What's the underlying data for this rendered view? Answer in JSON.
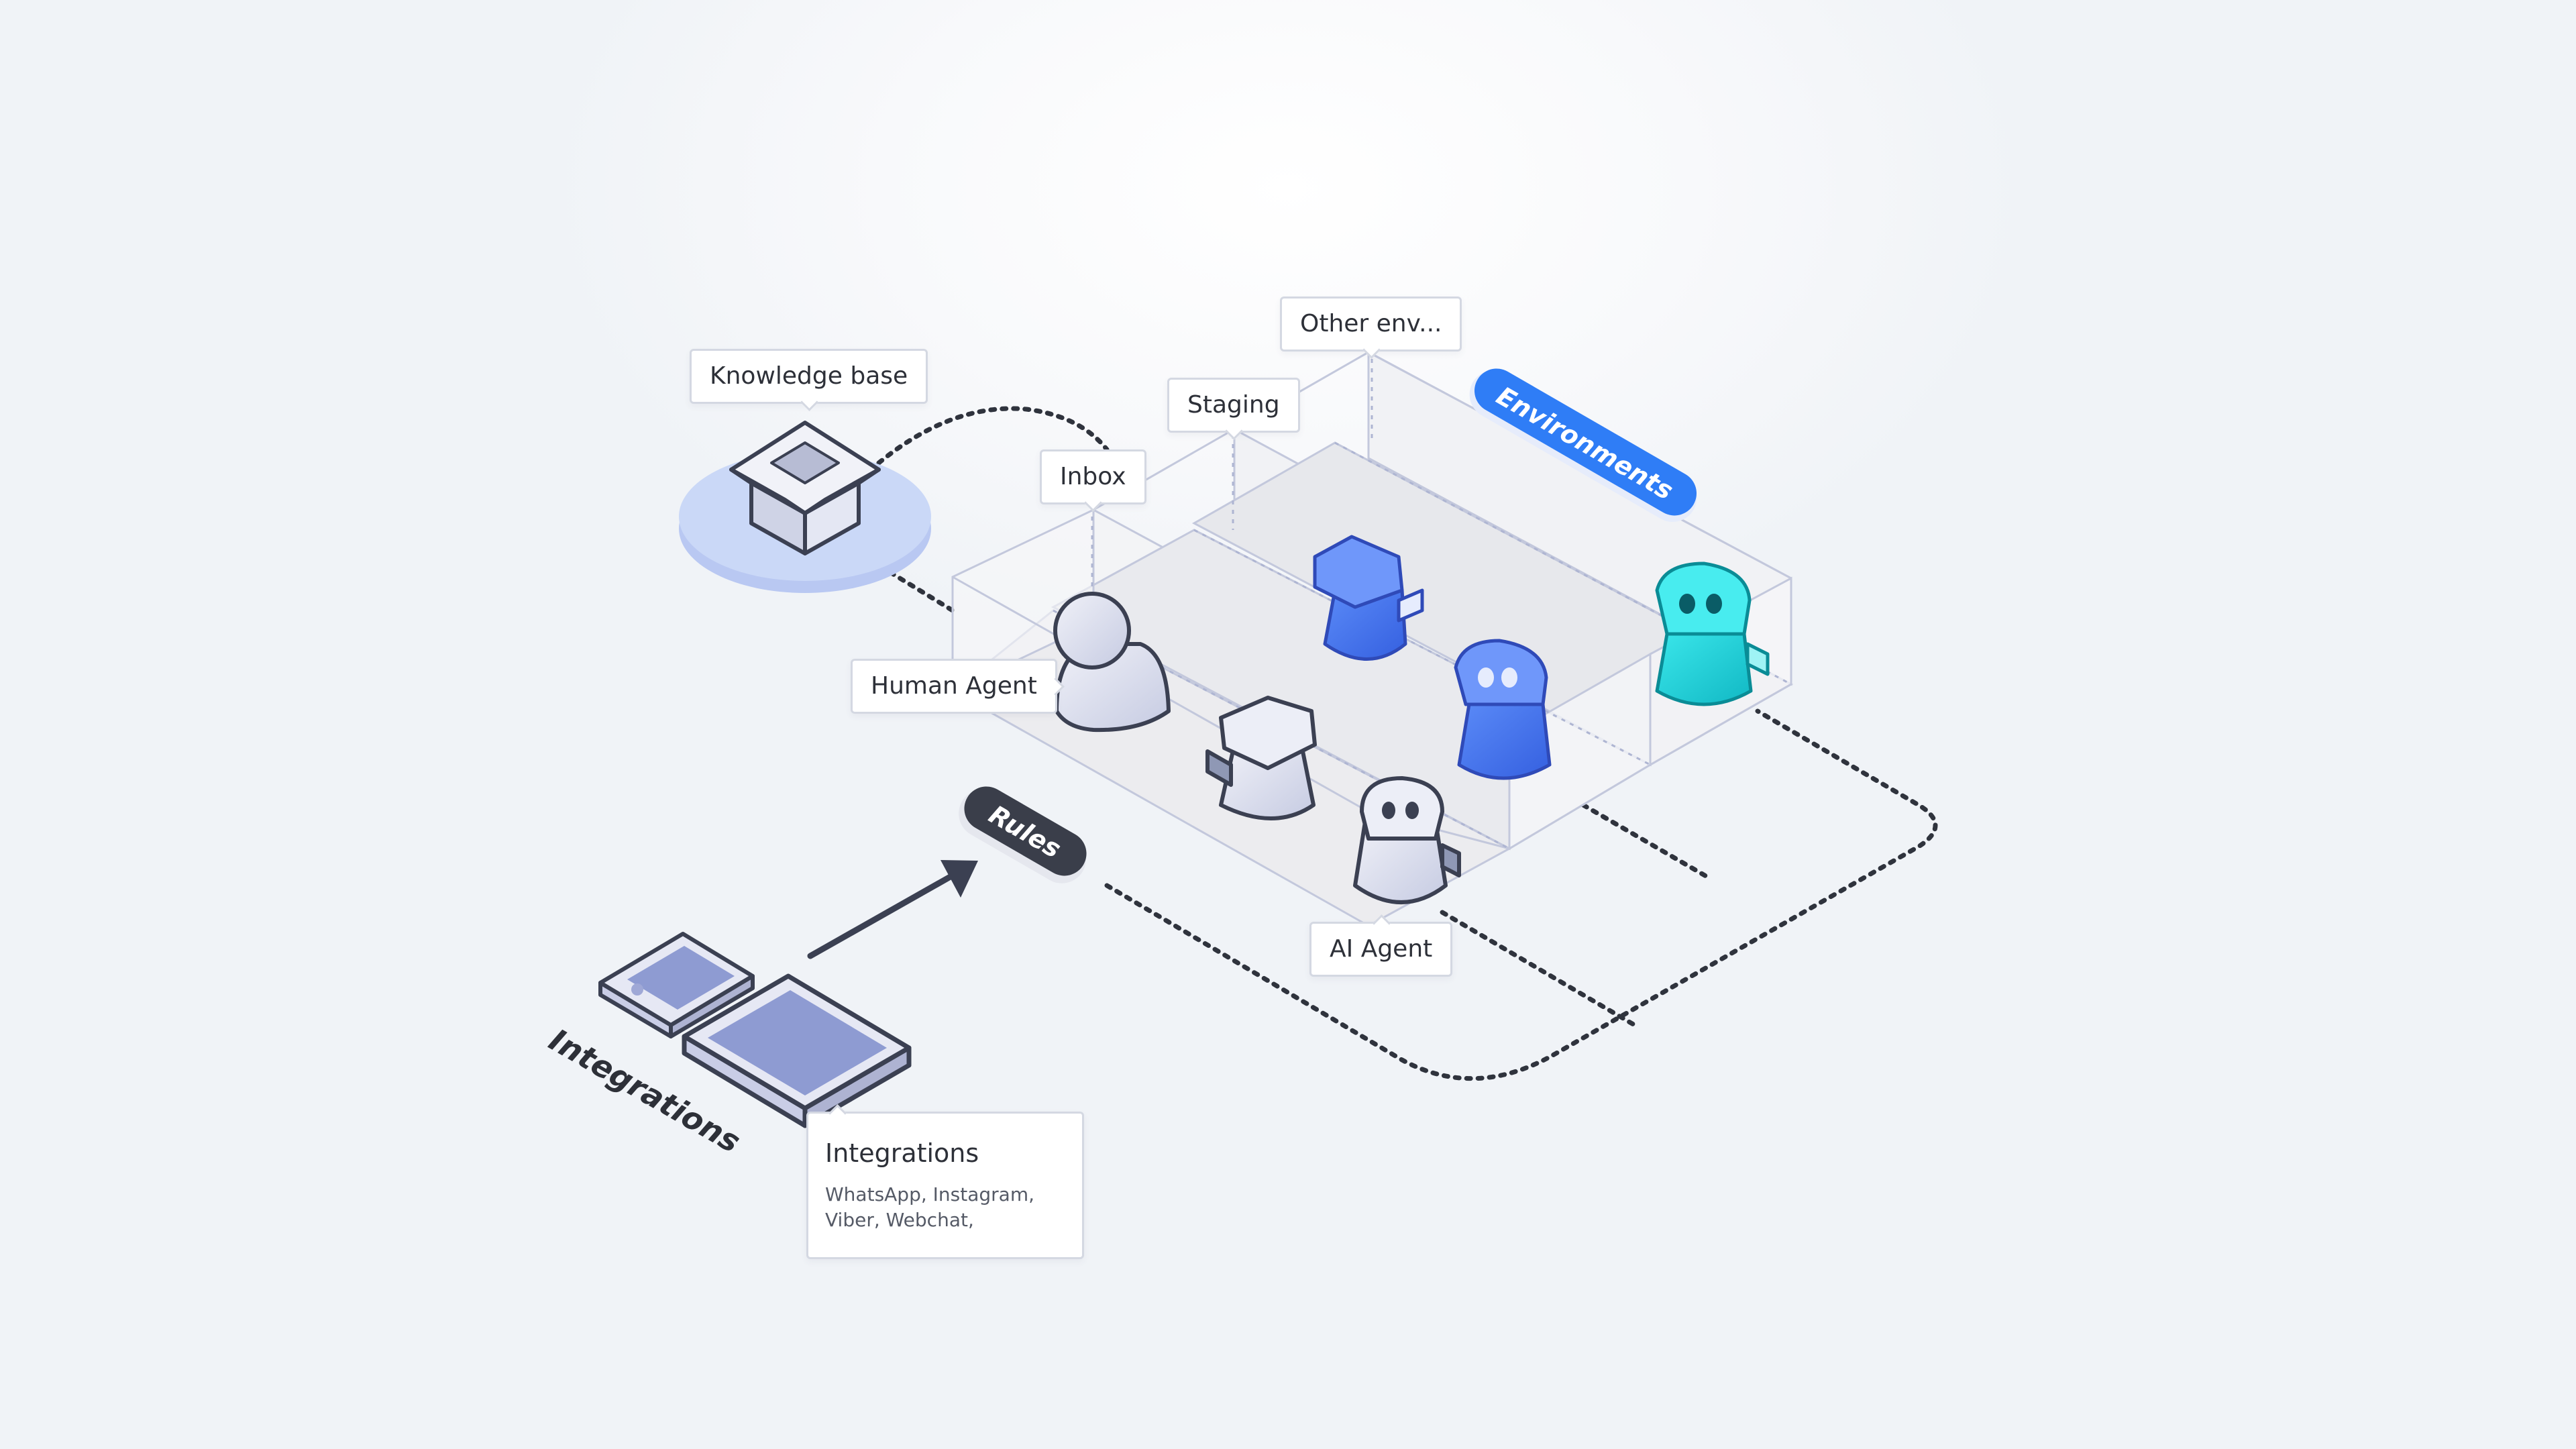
{
  "callouts": {
    "knowledge_base": "Knowledge base",
    "inbox": "Inbox",
    "staging": "Staging",
    "other_env": "Other env...",
    "human_agent": "Human Agent",
    "ai_agent": "AI Agent",
    "integrations_title": "Integrations",
    "integrations_sub_1": "WhatsApp, Instagram,",
    "integrations_sub_2": "Viber, Webchat,"
  },
  "pills": {
    "environments": "Environments",
    "rules": "Rules"
  },
  "floor_labels": {
    "integrations": "Integrations"
  },
  "colors": {
    "accent_blue": "#2f7df6",
    "agent_blue": "#4a78f0",
    "agent_cyan": "#1fd8de",
    "neutral_agent": "#d9dcee",
    "dark_pill": "#3a3e4a",
    "outline": "#3b4052",
    "kb_disc": "#c8d6f7",
    "device_screen": "#8e9bd2"
  }
}
